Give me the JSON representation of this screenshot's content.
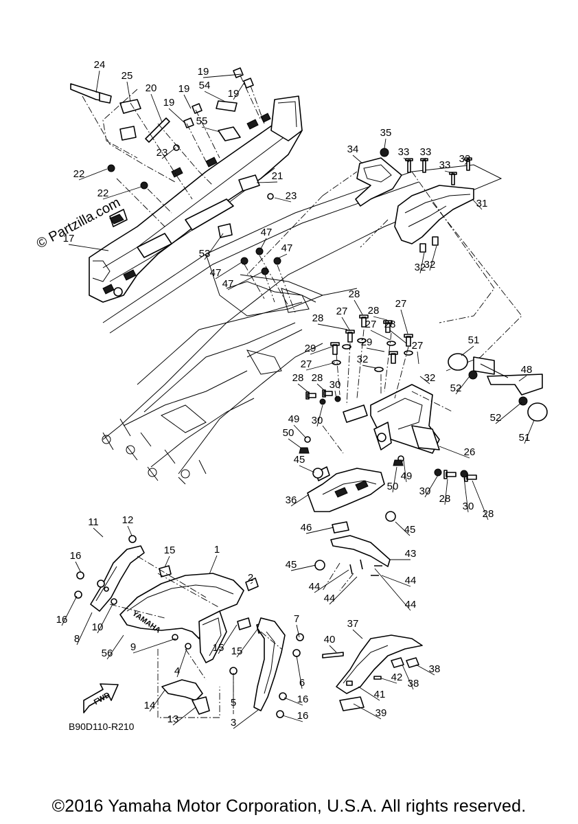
{
  "watermark": "© Partzilla.com",
  "diagram_code": "B90D110-R210",
  "fwd_label": "FWD",
  "emblem_text": "YAMAHA",
  "copyright": "©2016 Yamaha Motor Corporation, U.S.A. All rights reserved.",
  "callouts": [
    "24",
    "25",
    "20",
    "19",
    "54",
    "19",
    "19",
    "19",
    "55",
    "23",
    "22",
    "22",
    "21",
    "23",
    "17",
    "53",
    "47",
    "47",
    "47",
    "47",
    "35",
    "34",
    "33",
    "33",
    "33",
    "33",
    "31",
    "32",
    "32",
    "28",
    "27",
    "28",
    "28",
    "27",
    "27",
    "28",
    "29",
    "29",
    "27",
    "32",
    "27",
    "51",
    "28",
    "28",
    "30",
    "30",
    "52",
    "48",
    "32",
    "49",
    "50",
    "26",
    "52",
    "51",
    "45",
    "36",
    "49",
    "50",
    "30",
    "28",
    "30",
    "28",
    "46",
    "45",
    "11",
    "12",
    "1",
    "2",
    "15",
    "16",
    "43",
    "45",
    "44",
    "44",
    "44",
    "44",
    "16",
    "10",
    "7",
    "8",
    "56",
    "9",
    "15",
    "15",
    "6",
    "37",
    "40",
    "38",
    "38",
    "4",
    "42",
    "41",
    "14",
    "5",
    "16",
    "13",
    "39",
    "3",
    "16"
  ]
}
